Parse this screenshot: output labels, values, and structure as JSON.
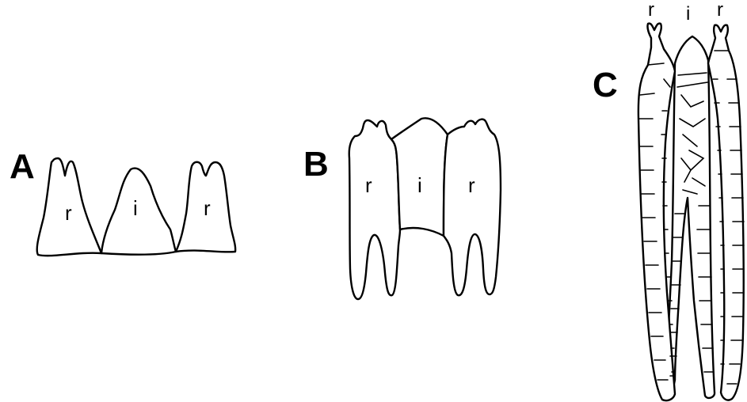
{
  "figure": {
    "panels": [
      {
        "label": "A",
        "cells": [
          "r",
          "i",
          "r"
        ]
      },
      {
        "label": "B",
        "cells": [
          "r",
          "i",
          "r"
        ]
      },
      {
        "label": "C",
        "cells": [
          "r",
          "i",
          "r"
        ]
      }
    ]
  }
}
